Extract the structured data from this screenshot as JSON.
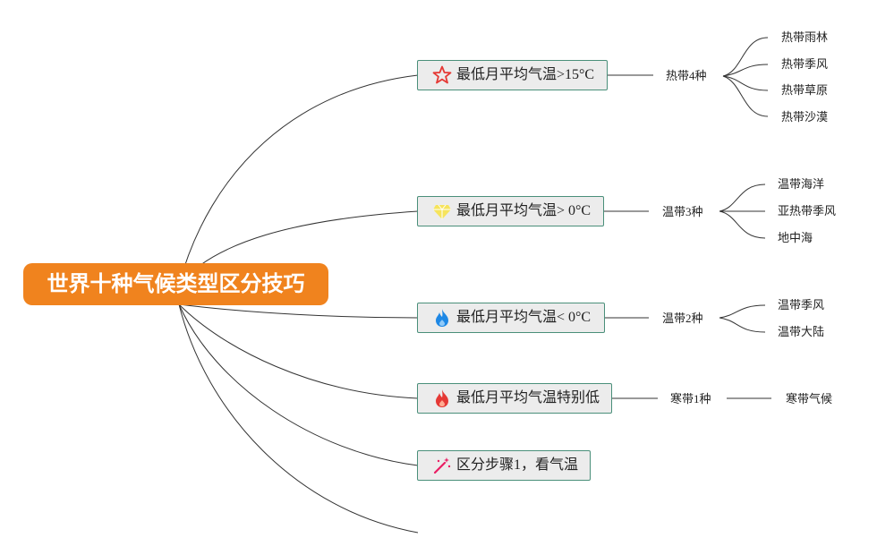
{
  "root": {
    "label": "世界十种气候类型区分技巧"
  },
  "branches": [
    {
      "label": "最低月平均气温>15°C",
      "icon": "star-icon",
      "group": "热带4种",
      "leaves": [
        "热带雨林",
        "热带季风",
        "热带草原",
        "热带沙漠"
      ]
    },
    {
      "label": "最低月平均气温> 0°C",
      "icon": "gem-icon",
      "group": "温带3种",
      "leaves": [
        "温带海洋",
        "亚热带季风",
        "地中海"
      ]
    },
    {
      "label": "最低月平均气温< 0°C",
      "icon": "blue-flame-icon",
      "group": "温带2种",
      "leaves": [
        "温带季风",
        "温带大陆"
      ]
    },
    {
      "label": "最低月平均气温特别低",
      "icon": "red-flame-icon",
      "group": "寒带1种",
      "leaves": [
        "寒带气候"
      ]
    },
    {
      "label": "区分步骤1，看气温",
      "icon": "magic-wand-icon"
    }
  ],
  "colors": {
    "root_bg": "#f0831e",
    "branch_bg": "#ececec",
    "branch_border": "#4a8f7a",
    "connector": "#333333"
  }
}
